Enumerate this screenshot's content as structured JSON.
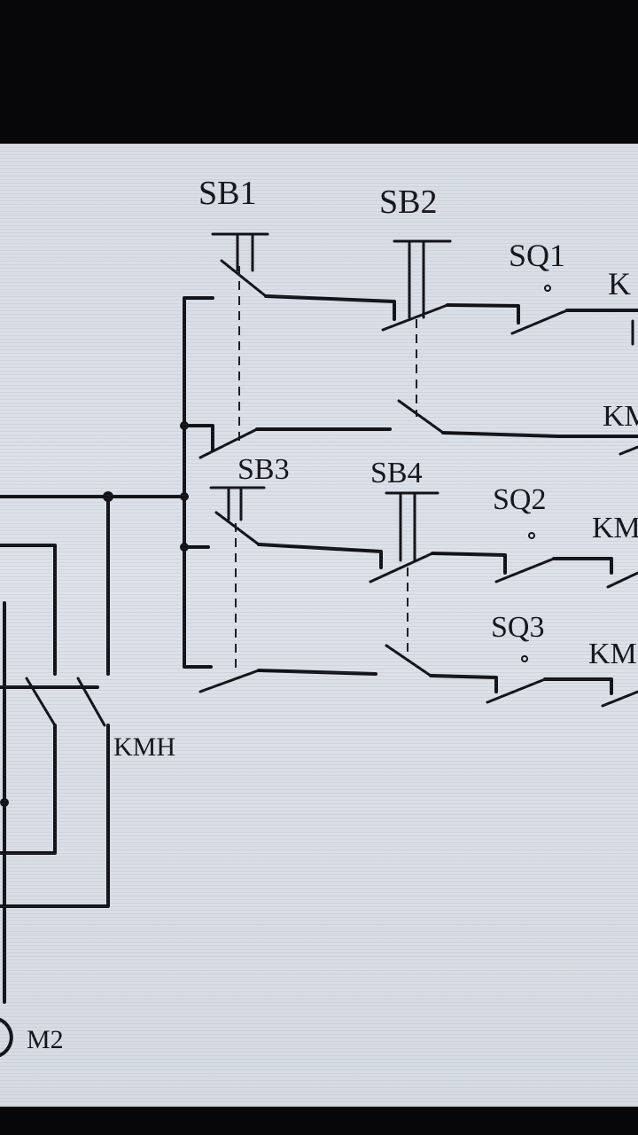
{
  "labels": {
    "sb1": "SB1",
    "sb2": "SB2",
    "sb3": "SB3",
    "sb4": "SB4",
    "sq1": "SQ1",
    "sq2": "SQ2",
    "sq3": "SQ3",
    "km_row1": "K",
    "km_row2": "KM",
    "km_row3": "KM",
    "km_row4": "KM",
    "kmh": "KMH",
    "m2": "M2"
  }
}
